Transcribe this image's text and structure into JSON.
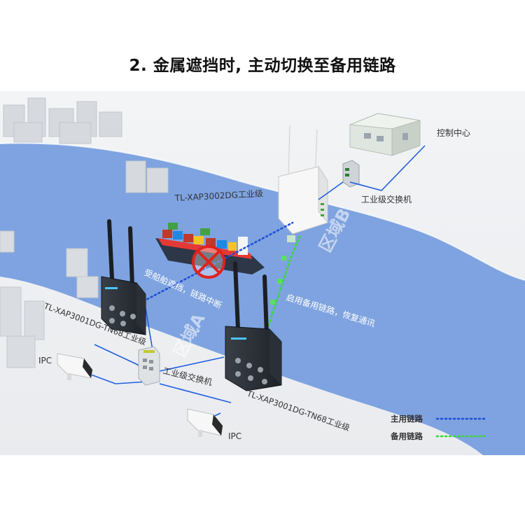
{
  "title": "2. 金属遮挡时, 主动切换至备用链路",
  "labels": {
    "control_center": "控制中心",
    "switch_top": "工业级交换机",
    "ap_top": "TL-XAP3002DG工业级",
    "zone_b": "区域B",
    "zone_a": "区域A",
    "blocked": "受船舶遮挡，链路中断",
    "backup_enabled": "启用备用链路，恢复通讯",
    "ap_left": "TL-XAP3001DG-TN68工业级",
    "ap_right": "TL-XAP3001DG-TN68工业级",
    "switch_bottom": "工业级交换机",
    "ipc_left": "IPC",
    "ipc_right": "IPC"
  },
  "legend": {
    "main_link": {
      "label": "主用链路",
      "color": "#1f4fd8"
    },
    "backup_link": {
      "label": "备用链路",
      "color": "#38d838"
    }
  },
  "colors": {
    "river": "#7ea3e0",
    "ground": "#eef0f3",
    "cable": "#1f5fe0",
    "block": "#e0231d"
  },
  "icons": {
    "blocked_marker": "prohibited-icon"
  }
}
